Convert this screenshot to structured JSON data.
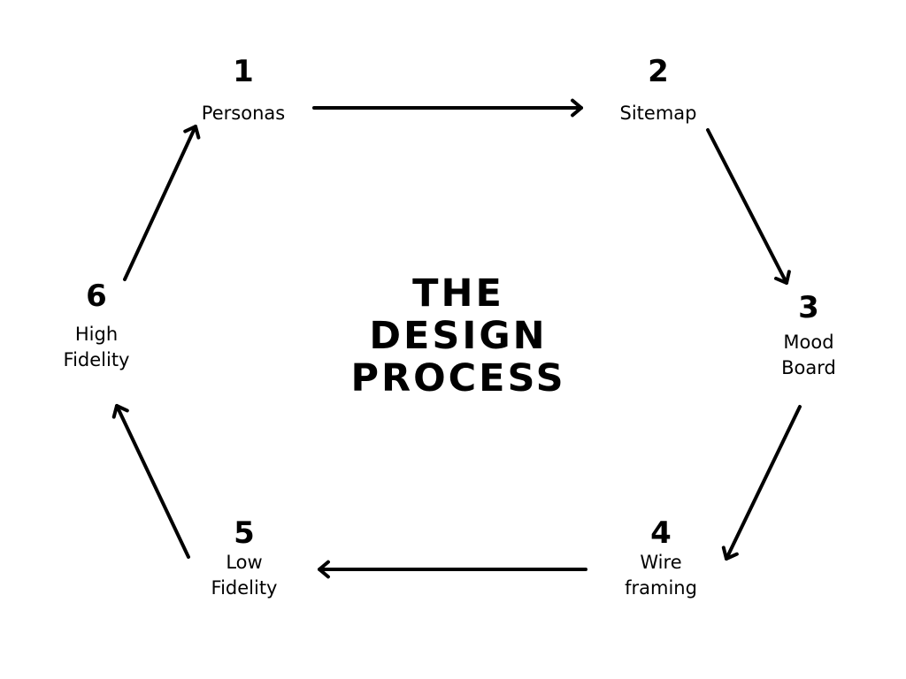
{
  "title_lines": [
    "THE",
    "DESIGN",
    "PROCESS"
  ],
  "steps": [
    {
      "number": "1",
      "label": "Personas"
    },
    {
      "number": "2",
      "label": "Sitemap"
    },
    {
      "number": "3",
      "label": "Mood\nBoard"
    },
    {
      "number": "4",
      "label": "Wire\nframing"
    },
    {
      "number": "5",
      "label": "Low\nFidelity"
    },
    {
      "number": "6",
      "label": "High\nFidelity"
    }
  ],
  "arrow_color": "#000000"
}
